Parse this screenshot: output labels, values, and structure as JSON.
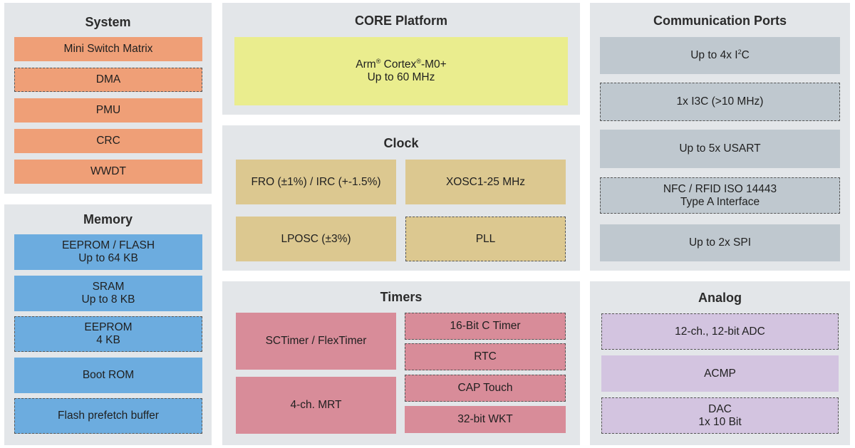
{
  "system": {
    "title": "System",
    "items": [
      "Mini Switch Matrix",
      "DMA",
      "PMU",
      "CRC",
      "WWDT"
    ]
  },
  "memory": {
    "title": "Memory",
    "items": [
      {
        "line1": "EEPROM / FLASH",
        "line2": "Up to 64 KB"
      },
      {
        "line1": "SRAM",
        "line2": "Up to 8 KB"
      },
      {
        "line1": "EEPROM",
        "line2": "4 KB"
      },
      {
        "line1": "Boot ROM"
      },
      {
        "line1": "Flash prefetch buffer"
      }
    ]
  },
  "core": {
    "title": "CORE Platform",
    "arm": "Arm",
    "reg1": "®",
    "cortex": " Cortex",
    "reg2": "®",
    "model": "-M0+",
    "freq": "Up to 60 MHz"
  },
  "clock": {
    "title": "Clock",
    "items": [
      "FRO (±1%) / IRC (+-1.5%)",
      "XOSC1-25 MHz",
      "LPOSC (±3%)",
      "PLL"
    ]
  },
  "timers": {
    "title": "Timers",
    "items": [
      "SCTimer / FlexTimer",
      "4-ch. MRT",
      "16-Bit C Timer",
      "RTC",
      "CAP Touch",
      "32-bit WKT"
    ]
  },
  "comm": {
    "title": "Communication Ports",
    "i2c_prefix": "Up to 4x I",
    "i2c_sup": "2",
    "i2c_suffix": "C",
    "items": [
      "1x I3C (>10 MHz)",
      "Up to 5x USART",
      "NFC / RFID ISO 14443",
      "Type A Interface",
      "Up to 2x SPI"
    ]
  },
  "analog": {
    "title": "Analog",
    "items": [
      "12-ch., 12-bit ADC",
      "ACMP",
      "DAC",
      "1x 10 Bit"
    ]
  }
}
